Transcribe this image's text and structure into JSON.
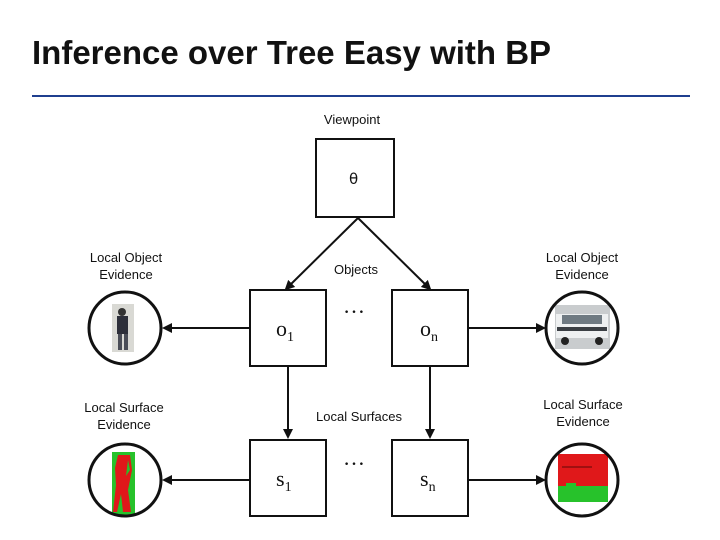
{
  "title": "Inference over Tree Easy with BP",
  "nodes": {
    "viewpoint_label": "Viewpoint",
    "theta": "θ",
    "objects_label": "Objects",
    "objects_ellipsis": "…",
    "o1_base": "o",
    "o1_sub": "1",
    "on_base": "o",
    "on_sub": "n",
    "surfaces_label": "Local Surfaces",
    "surfaces_ellipsis": "…",
    "s1_base": "s",
    "s1_sub": "1",
    "sn_base": "s",
    "sn_sub": "n"
  },
  "evidence": {
    "left_object": "Local Object Evidence",
    "right_object": "Local Object Evidence",
    "left_surface": "Local Surface Evidence",
    "right_surface": "Local Surface Evidence"
  },
  "colors": {
    "rule": "#1f3f8f",
    "surface_red": "#e0181a",
    "surface_green": "#27c22b"
  },
  "icons": {
    "left_object_image": "pedestrian-photo",
    "right_object_image": "van-photo",
    "left_surface_image": "pedestrian-surface-map",
    "right_surface_image": "van-surface-map"
  }
}
